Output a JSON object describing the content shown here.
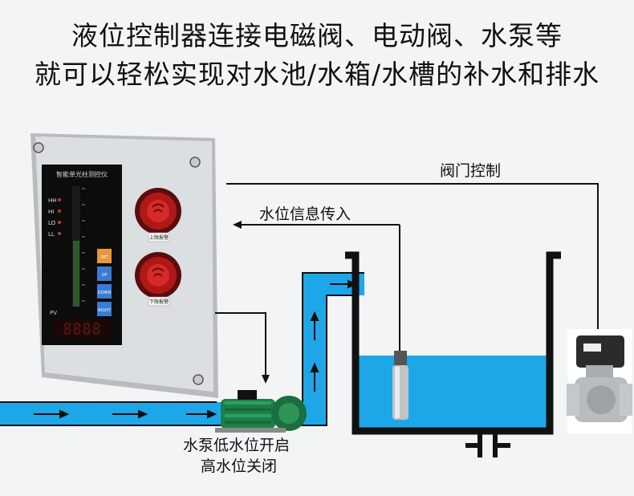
{
  "header": {
    "line1": "液位控制器连接电磁阀、电动阀、水泵等",
    "line2": "就可以轻松实现对水池/水箱/水槽的补水和排水"
  },
  "labels": {
    "valve_control": "阀门控制",
    "level_signal_in": "水位信息传入",
    "pump_line1": "水泵低水位开启",
    "pump_line2": "高水位关闭"
  },
  "controller": {
    "panel_title": "智能单光柱测控仪",
    "indicators": [
      "HH",
      "HI",
      "LO",
      "LL"
    ],
    "display_label": "PV",
    "display_value": "8888",
    "buttons": [
      "SET",
      "UP",
      "DOWN",
      "RIGHT"
    ],
    "alarm_label_1": "上限报警",
    "alarm_label_2": "下限报警"
  },
  "colors": {
    "water": "#1ea7e8",
    "pipe_line": "#111111",
    "background": "#f3f4f5"
  }
}
